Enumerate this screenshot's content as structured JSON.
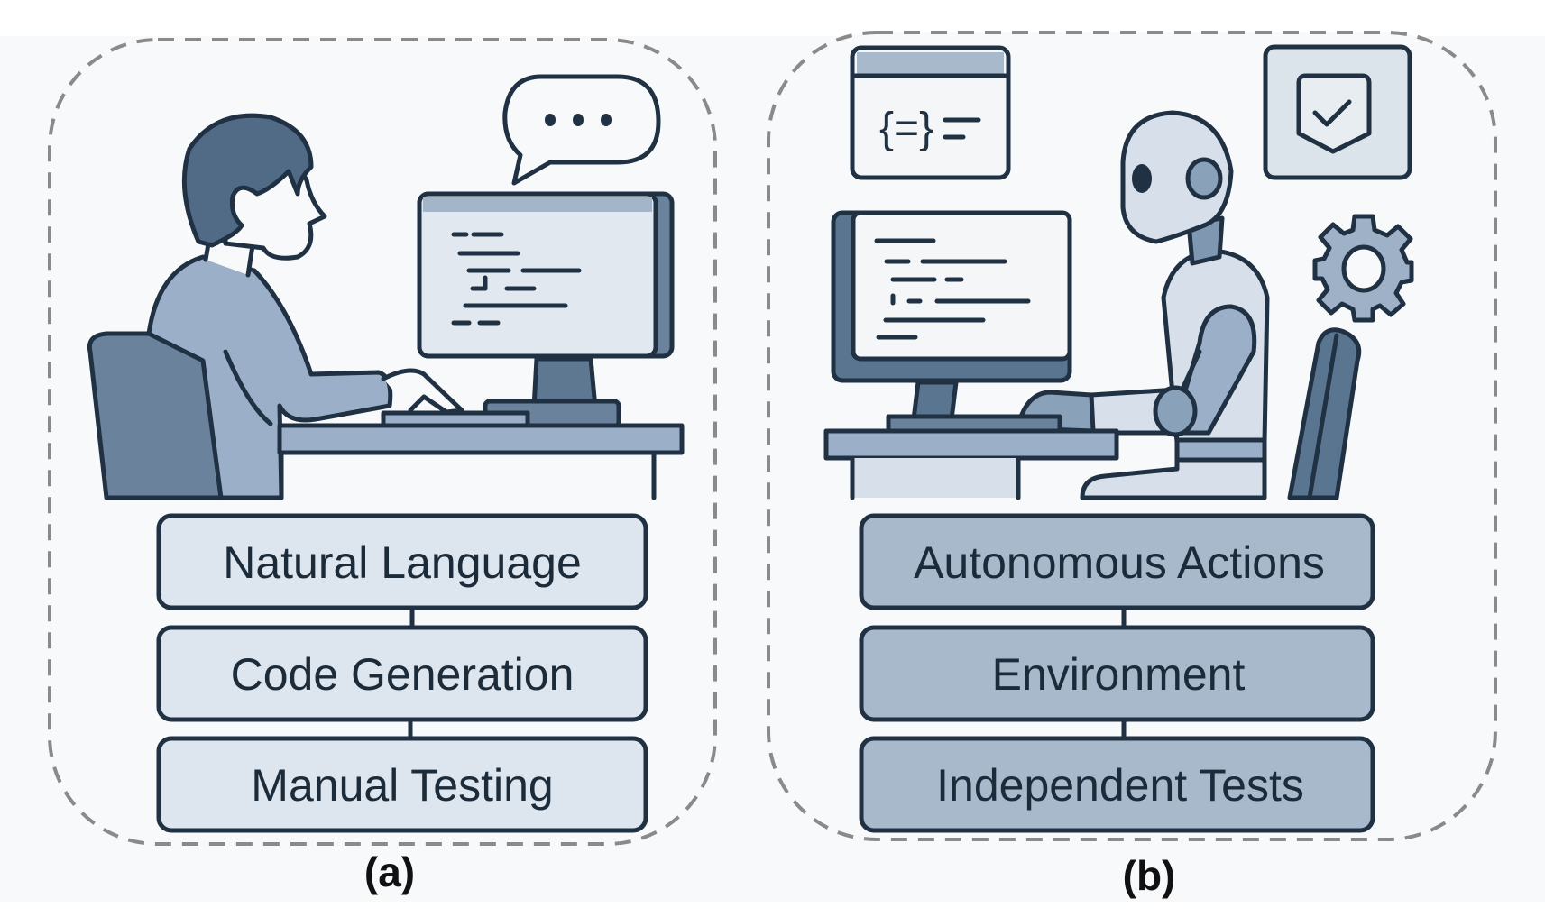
{
  "figure": {
    "panels": [
      {
        "id": "a",
        "caption": "(a)",
        "scene": "human developer typing at a desktop computer with a speech bubble",
        "speech_bubble": "...",
        "stack": [
          "Natural Language",
          "Code Generation",
          "Manual Testing"
        ]
      },
      {
        "id": "b",
        "caption": "(b)",
        "scene": "robot agent typing at a desktop computer with code window, shield-check and gear icons",
        "stack": [
          "Autonomous Actions",
          "Environment",
          "Independent Tests"
        ]
      }
    ],
    "colors": {
      "outline": "#1f3142",
      "dark_blue": "#5a7590",
      "mid_blue": "#9bb0c8",
      "light_blue": "#dfe6ee",
      "panel_a_box": "#dde5ee",
      "panel_b_box": "#a9b9cc",
      "dash": "#8a8a8a"
    }
  }
}
